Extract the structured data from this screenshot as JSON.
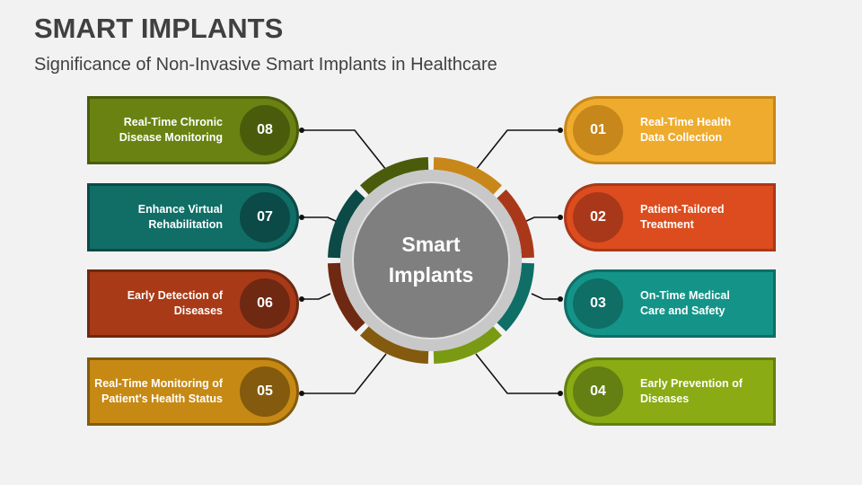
{
  "header": {
    "title": "SMART IMPLANTS",
    "subtitle": "Significance of Non-Invasive Smart Implants in Healthcare"
  },
  "center": {
    "label": "Smart\nImplants",
    "fill": "#7f7f7f",
    "ring": "#c8c8c8"
  },
  "items": [
    {
      "num": "01",
      "label": "Real-Time Health\nData Collection",
      "color": "#eeab2d",
      "dark": "#c8871a",
      "side": "right"
    },
    {
      "num": "02",
      "label": "Patient-Tailored\nTreatment",
      "color": "#dc4c1e",
      "dark": "#a9381a",
      "side": "right"
    },
    {
      "num": "03",
      "label": "On-Time Medical\nCare and Safety",
      "color": "#149488",
      "dark": "#0f6e66",
      "side": "right"
    },
    {
      "num": "04",
      "label": "Early Prevention of\nDiseases",
      "color": "#8aab14",
      "dark": "#647f12",
      "side": "right"
    },
    {
      "num": "05",
      "label": "Real-Time Monitoring of\nPatient's Health Status",
      "color": "#c68914",
      "dark": "#835a0e",
      "side": "left"
    },
    {
      "num": "06",
      "label": "Early Detection of\nDiseases",
      "color": "#a83a17",
      "dark": "#6f2812",
      "side": "left"
    },
    {
      "num": "07",
      "label": "Enhance Virtual\nRehabilitation",
      "color": "#106e67",
      "dark": "#0b4a46",
      "side": "left"
    },
    {
      "num": "08",
      "label": "Real-Time Chronic\nDisease Monitoring",
      "color": "#6a8212",
      "dark": "#4a5c0c",
      "side": "left"
    }
  ]
}
